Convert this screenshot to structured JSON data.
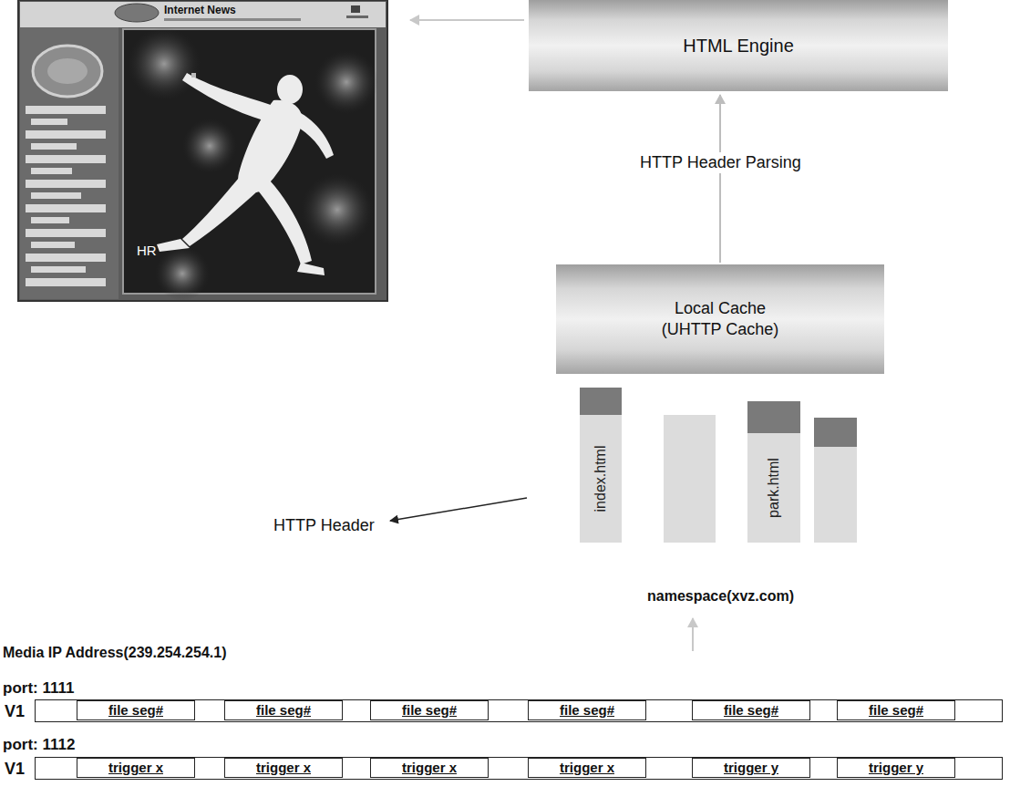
{
  "diagram": {
    "nodes": [
      {
        "text": [
          "HTML Engine"
        ]
      },
      {
        "text": [
          "Local Cache (UHTTP Cache)"
        ]
      },
      {
        "text": [
          "index.html"
        ]
      },
      {
        "text": [
          "park.html"
        ]
      },
      {
        "text": [
          "V1"
        ]
      },
      {
        "text": [
          "file seg#"
        ],
        "in": 4
      },
      {
        "text": [
          "file seg#"
        ],
        "in": 4
      },
      {
        "text": [
          "file seg#"
        ],
        "in": 4
      },
      {
        "text": [
          "file seg#"
        ],
        "in": 4
      },
      {
        "text": [
          "file seg#"
        ],
        "in": 4
      },
      {
        "text": [
          "file seg#"
        ],
        "in": 4
      },
      {
        "text": [
          "V1"
        ]
      },
      {
        "text": [
          "trigger x"
        ],
        "in": 11
      },
      {
        "text": [
          "trigger x"
        ],
        "in": 11
      },
      {
        "text": [
          "trigger x"
        ],
        "in": 11
      },
      {
        "text": [
          "trigger x"
        ],
        "in": 11
      },
      {
        "text": [
          "trigger y"
        ],
        "in": 11
      },
      {
        "text": [
          "trigger y"
        ],
        "in": 11
      }
    ],
    "edges": [
      {
        "from": 1,
        "to": 0,
        "arrow": "to",
        "label": "HTTP Header Parsing"
      }
    ],
    "labels": [
      "Internet News",
      "HR",
      "HTTP Header",
      "namespace(xvz.com)",
      "Media IP Address(239.254.254.1)",
      "port: 1111",
      "port: 1112"
    ]
  }
}
